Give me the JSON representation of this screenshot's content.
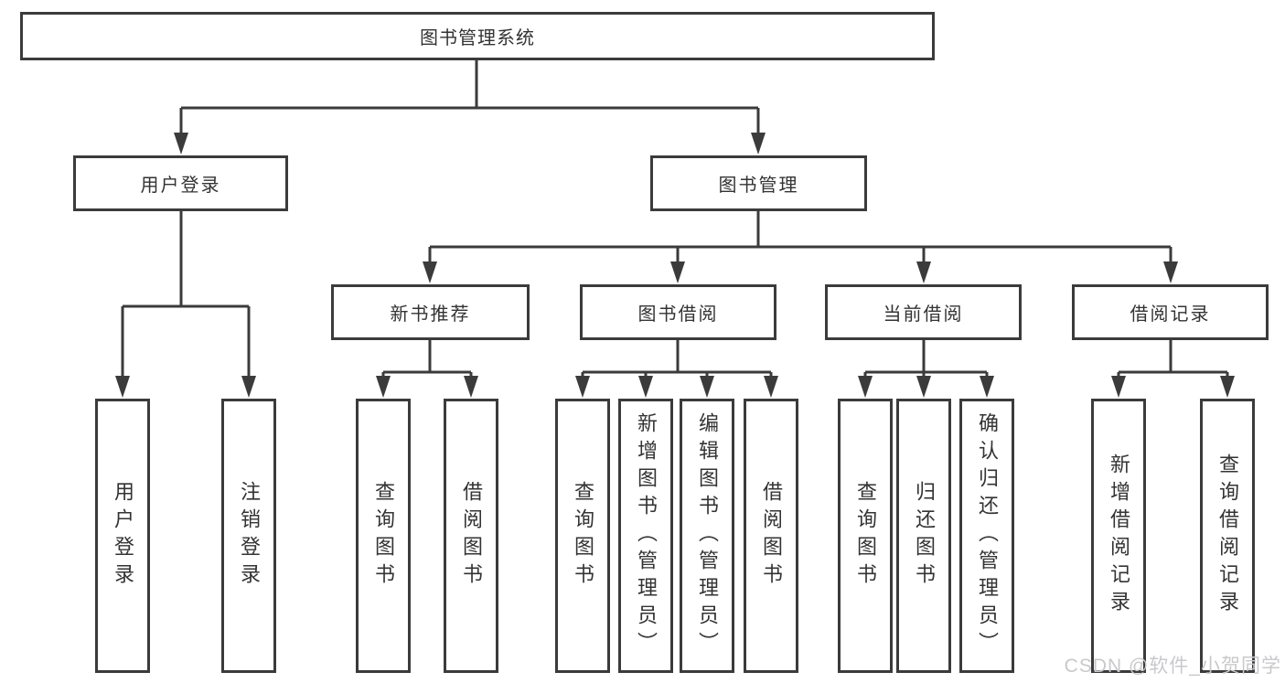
{
  "tree": {
    "label": "图书管理系统",
    "children": [
      {
        "label": "用户登录",
        "children": [
          {
            "label": "用户登录"
          },
          {
            "label": "注销登录"
          }
        ]
      },
      {
        "label": "图书管理",
        "children": [
          {
            "label": "新书推荐",
            "children": [
              {
                "label": "查询图书"
              },
              {
                "label": "借阅图书"
              }
            ]
          },
          {
            "label": "图书借阅",
            "children": [
              {
                "label": "查询图书"
              },
              {
                "label": "新增图书（管理员）"
              },
              {
                "label": "编辑图书（管理员）"
              },
              {
                "label": "借阅图书"
              }
            ]
          },
          {
            "label": "当前借阅",
            "children": [
              {
                "label": "查询图书"
              },
              {
                "label": "归还图书"
              },
              {
                "label": "确认归还（管理员）"
              }
            ]
          },
          {
            "label": "借阅记录",
            "children": [
              {
                "label": "新增借阅记录"
              },
              {
                "label": "查询借阅记录"
              }
            ]
          }
        ]
      }
    ]
  },
  "watermark": "CSDN @软件_小贺同学",
  "colors": {
    "line": "#3b3b3b",
    "box_border": "#3b3b3b",
    "text": "#333333",
    "background": "#ffffff",
    "watermark": "#c9c9cc"
  }
}
